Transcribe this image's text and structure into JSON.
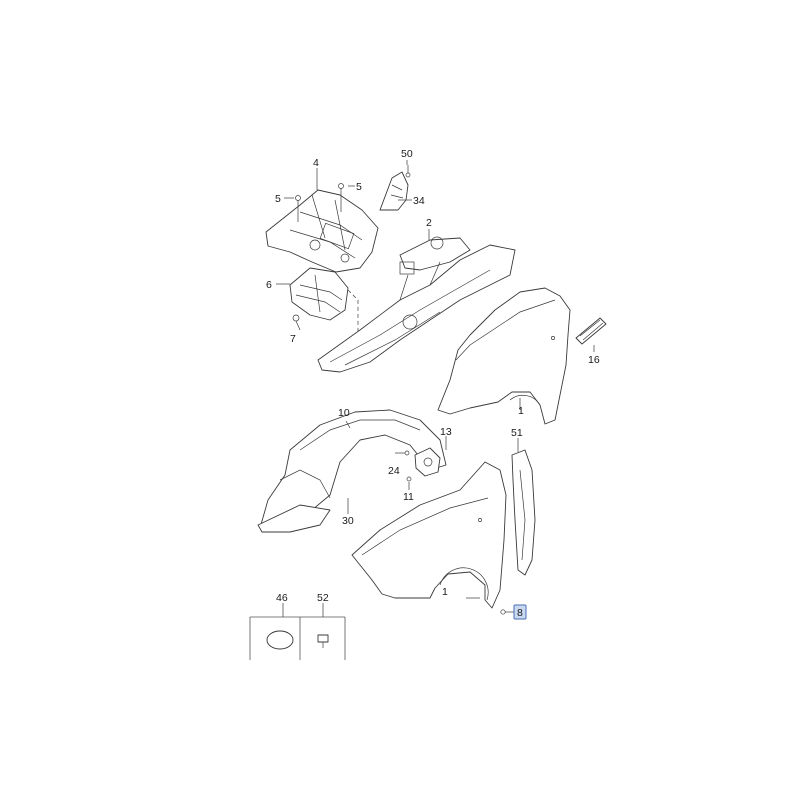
{
  "callouts": {
    "c4": "4",
    "c5a": "5",
    "c5b": "5",
    "c6": "6",
    "c7": "7",
    "c50": "50",
    "c34": "34",
    "c2": "2",
    "c16": "16",
    "c1a": "1",
    "c10": "10",
    "c13": "13",
    "c24": "24",
    "c11": "11",
    "c30": "30",
    "c51": "51",
    "c1b": "1",
    "c8": "8",
    "c46": "46",
    "c52": "52"
  },
  "highlight_color": "#c9d9f2"
}
